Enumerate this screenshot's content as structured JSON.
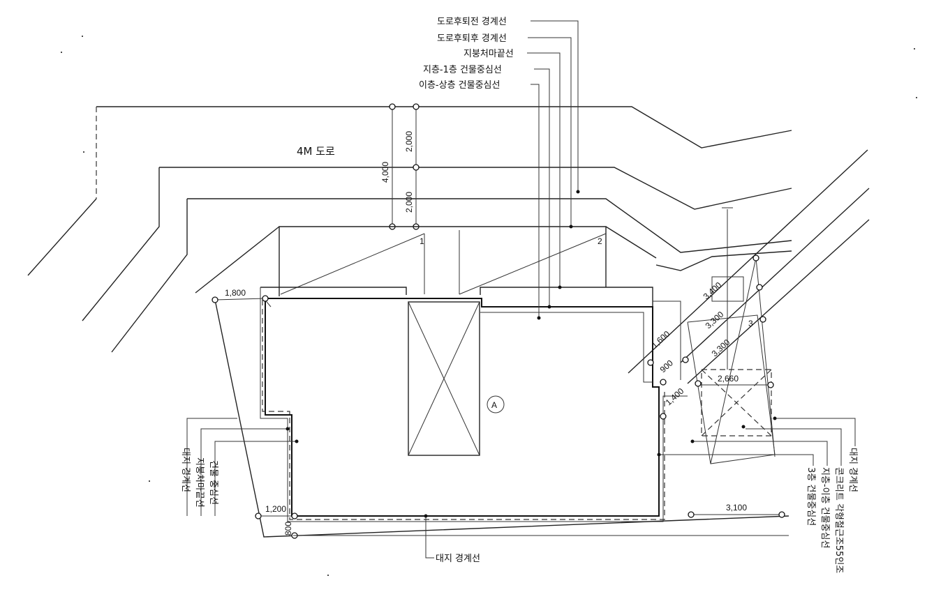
{
  "road": {
    "label": "4M 도로"
  },
  "callouts_top": [
    "도로후퇴전 경계선",
    "도로후퇴후 경계선",
    "지붕처마끝선",
    "지층-1층 건물중심선",
    "이층-상층 건물중심선"
  ],
  "callouts_left": [
    "대지 경계선",
    "지붕처마끝선",
    "건물 중심선"
  ],
  "callouts_right": [
    "3층 건물중심선",
    "지층-이층 건물중심선",
    "콘크리트 각형철근조55인조",
    "대지 경계선"
  ],
  "callout_bottom": "대지 경계선",
  "marker": "A",
  "points": [
    "1",
    "2",
    "3"
  ],
  "dimensions": {
    "road_total": "4,000",
    "road_upper": "2,000",
    "road_lower": "2,000",
    "left_top": "1,800",
    "left_bottom": "1,200",
    "bottom_small": "800",
    "right_bottom": "3,100",
    "diag_1600": "1,600",
    "diag_900": "900",
    "diag_1400": "1,400",
    "diag_3400": "3,400",
    "diag_3300a": "3,300",
    "diag_3300b": "3,300",
    "box_2660": "2,660"
  }
}
